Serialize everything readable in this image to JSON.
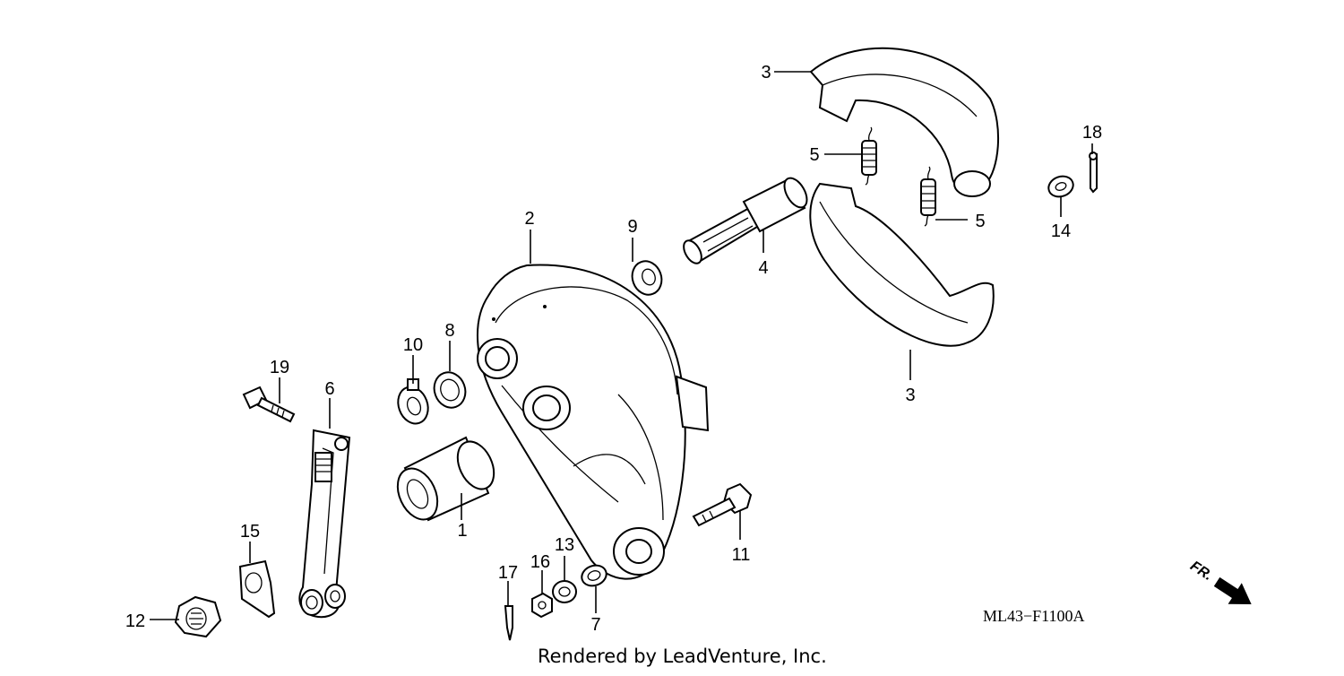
{
  "diagram": {
    "callouts": {
      "c1": "1",
      "c2": "2",
      "c3a": "3",
      "c3b": "3",
      "c4": "4",
      "c5a": "5",
      "c5b": "5",
      "c6": "6",
      "c7": "7",
      "c8": "8",
      "c9": "9",
      "c10": "10",
      "c11": "11",
      "c12": "12",
      "c13": "13",
      "c14": "14",
      "c15": "15",
      "c16": "16",
      "c17": "17",
      "c18": "18",
      "c19": "19"
    },
    "direction_marker": "FR.",
    "diagram_code": "ML43−F1100A",
    "credit": "Rendered by LeadVenture, Inc."
  }
}
